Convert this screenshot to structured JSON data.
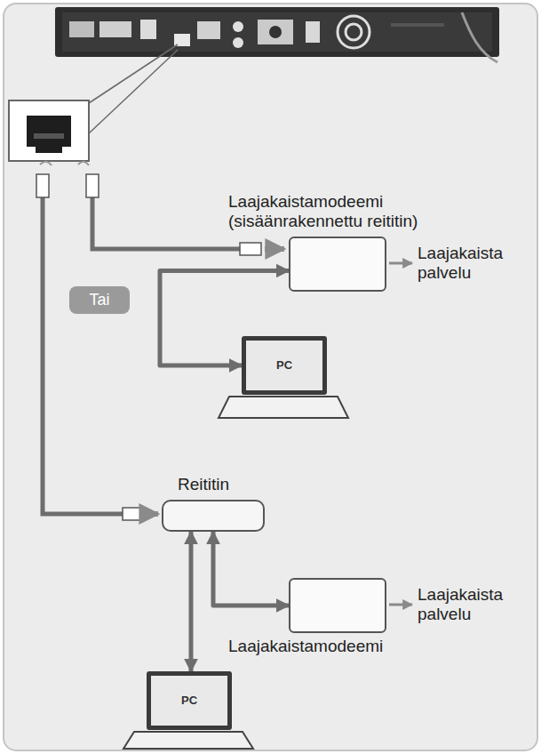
{
  "diagram": {
    "nodes": [
      {
        "text": [
          "Tai"
        ]
      },
      {
        "text": [
          "Laajakaistamodeemi (sisäänrakennettu reititin)"
        ]
      },
      {
        "text": [
          "PC"
        ]
      },
      {
        "text": [
          "Reititin"
        ]
      },
      {
        "text": [
          "Laajakaistamodeemi"
        ]
      },
      {
        "text": [
          "PC"
        ]
      }
    ],
    "edges": [
      {
        "from": 1,
        "to": 2,
        "arrow": "both"
      },
      {
        "from": 3,
        "to": 5,
        "arrow": "both"
      },
      {
        "from": 3,
        "to": 4,
        "arrow": "both"
      }
    ],
    "labels": [
      "Laajakaista palvelu",
      "Laajakaista palvelu"
    ]
  }
}
